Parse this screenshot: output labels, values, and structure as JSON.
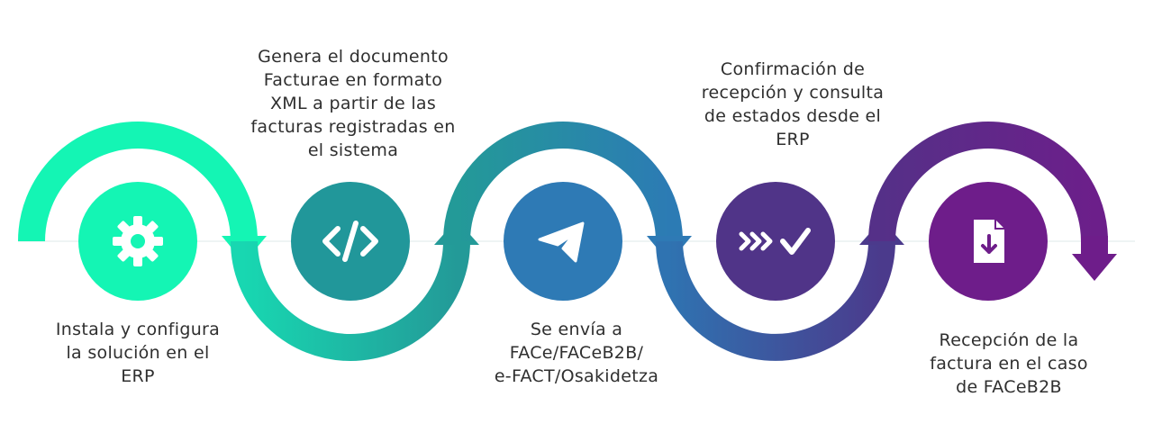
{
  "steps": [
    {
      "icon": "gear-icon",
      "color": "#14f5b4",
      "label_lines": [
        "Instala y configura",
        "la solución en el",
        "ERP"
      ]
    },
    {
      "icon": "code-icon",
      "color": "#21979a",
      "label_lines": [
        "Genera el documento",
        "Facturae en formato",
        "XML a partir de las",
        "facturas registradas en",
        "el sistema"
      ]
    },
    {
      "icon": "send-icon",
      "color": "#2e7ab5",
      "label_lines": [
        "Se envía a",
        "FACe/FACeB2B/",
        "e-FACT/Osakidetza"
      ]
    },
    {
      "icon": "double-check-icon",
      "color": "#503488",
      "label_lines": [
        "Confirmación de",
        "recepción y consulta",
        "de estados desde el",
        "ERP"
      ]
    },
    {
      "icon": "download-file-icon",
      "color": "#6e1d8a",
      "label_lines": [
        "Recepción de la",
        "factura en el caso",
        "de FACeB2B"
      ]
    }
  ]
}
